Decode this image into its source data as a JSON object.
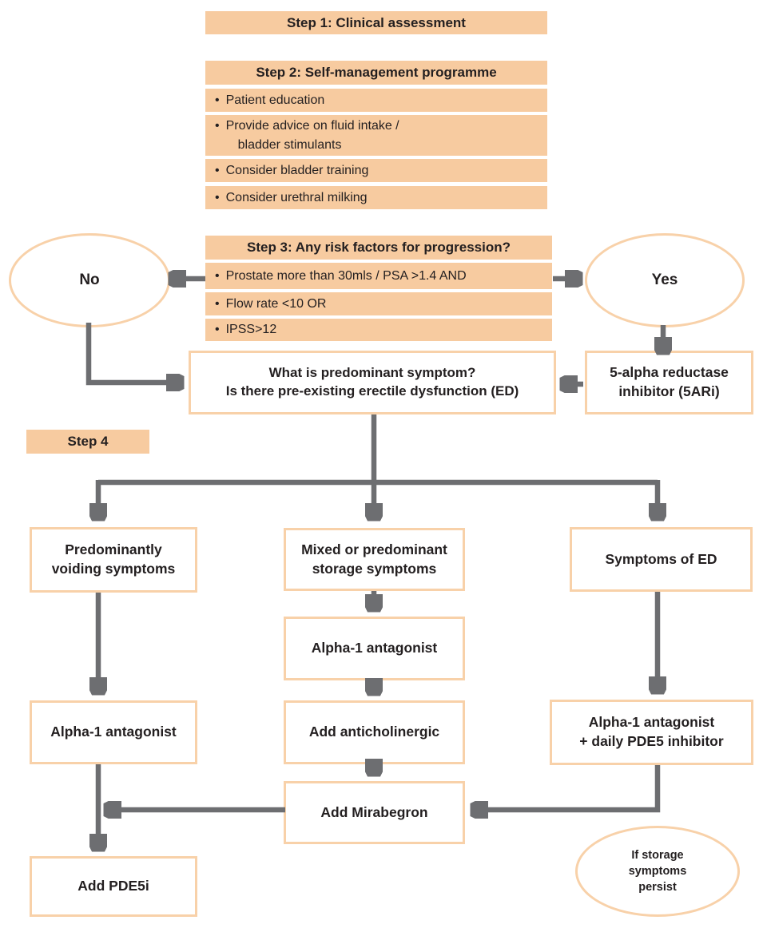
{
  "title": "LUTS treatment pathway flowchart",
  "colors": {
    "peach_fill": "#F7CBA0",
    "peach_border": "#F8D1A9",
    "arrow_gray": "#6D6E71",
    "text_dark": "#231F20"
  },
  "ui": {
    "bullet": "•"
  },
  "steps": {
    "step1": {
      "title": "Step 1: Clinical assessment"
    },
    "step2": {
      "title": "Step 2: Self-management programme",
      "items": [
        {
          "lines": [
            "Patient education"
          ]
        },
        {
          "lines": [
            "Provide advice on fluid intake /",
            "bladder stimulants"
          ]
        },
        {
          "lines": [
            "Consider bladder training"
          ]
        },
        {
          "lines": [
            "Consider urethral milking"
          ]
        }
      ]
    },
    "step3": {
      "title": "Step 3: Any risk factors for progression?",
      "items": [
        {
          "lines": [
            "Prostate more than 30mls / PSA >1.4 AND"
          ]
        },
        {
          "lines": [
            "Flow rate <10 OR"
          ]
        },
        {
          "lines": [
            "IPSS>12"
          ]
        }
      ]
    },
    "step4": {
      "title": "Step 4"
    }
  },
  "decisions": {
    "no": "No",
    "yes": "Yes",
    "persist": "If storage\nsymptoms\npersist"
  },
  "nodes": {
    "question": "What is predominant symptom?\nIs there pre-existing erectile dysfunction (ED)",
    "five_ari": "5-alpha reductase\ninhibitor (5ARi)",
    "voiding": "Predominantly\nvoiding symptoms",
    "mixed": "Mixed or predominant\nstorage symptoms",
    "symptoms_ed": "Symptoms of ED",
    "alpha1_voiding": "Alpha-1 antagonist",
    "alpha1_storage": "Alpha-1 antagonist",
    "add_anticholinergic": "Add anticholinergic",
    "add_mirabegron": "Add Mirabegron",
    "alpha1_pde5": "Alpha-1 antagonist\n+ daily PDE5 inhibitor",
    "add_pde5i": "Add PDE5i"
  }
}
